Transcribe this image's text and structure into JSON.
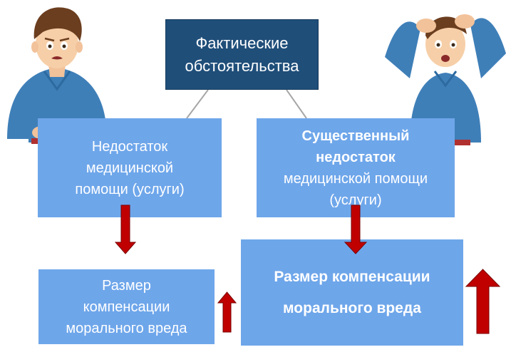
{
  "diagram": {
    "top_box": "Фактические\nобстоятельства",
    "left_box": "Недостаток\nмедицинской\nпомощи (услуги)",
    "right_box": {
      "bold": "Существенный\nнедостаток",
      "normal": "медицинской помощи\n(услуги)"
    },
    "bottom_left_box": "Размер\nкомпенсации\nморального вреда",
    "bottom_right_box": "Размер компенсации\nморального вреда"
  },
  "colors": {
    "dark_box": "#1f4e79",
    "light_box": "#6ea6ea",
    "arrow": "#c00000",
    "connector": "#a6a6a6"
  }
}
